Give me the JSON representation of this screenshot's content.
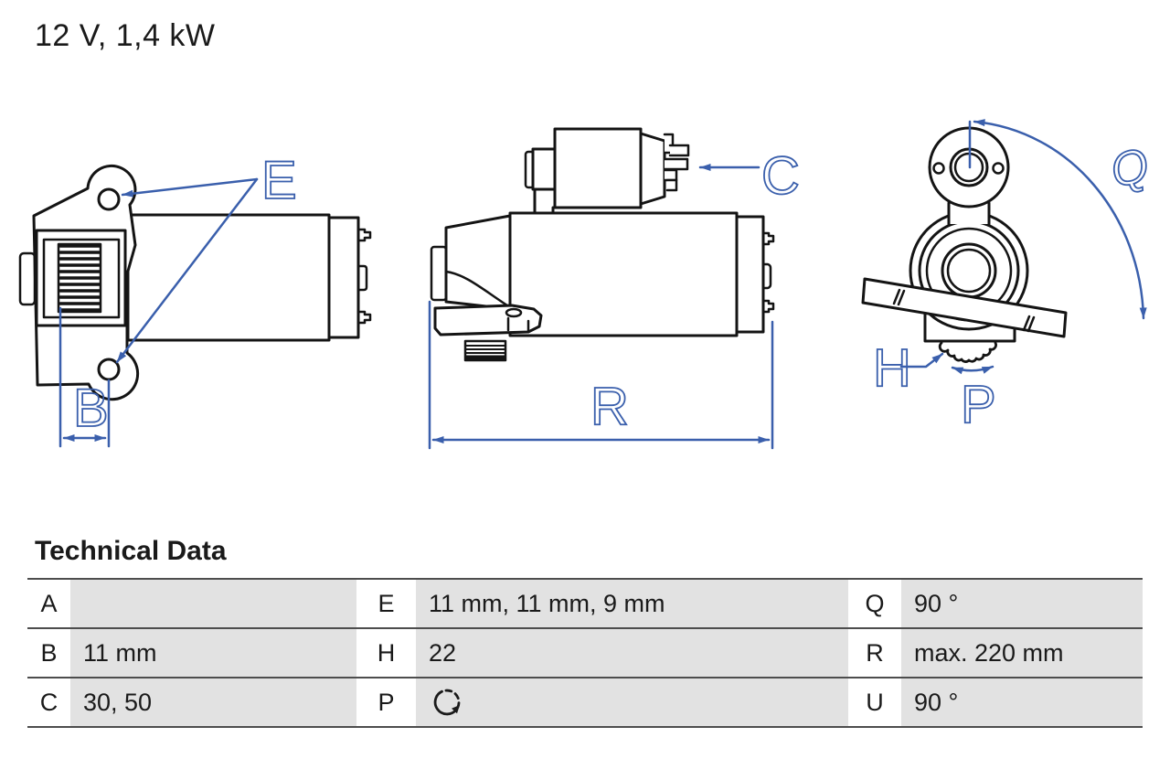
{
  "title": "12 V, 1,4 kW",
  "drawing": {
    "description": "starter-motor three-view technical drawing",
    "labels": {
      "e": "E",
      "b": "B",
      "c": "C",
      "r": "R",
      "q": "Q",
      "h": "H",
      "p": "P"
    }
  },
  "table": {
    "heading": "Technical Data",
    "rows": [
      {
        "cells": [
          {
            "k": "A",
            "v": ""
          },
          {
            "k": "E",
            "v": "11 mm, 11 mm, 9 mm"
          },
          {
            "k": "Q",
            "v": "90 °"
          }
        ]
      },
      {
        "cells": [
          {
            "k": "B",
            "v": "11 mm"
          },
          {
            "k": "H",
            "v": "22"
          },
          {
            "k": "R",
            "v": "max. 220 mm"
          }
        ]
      },
      {
        "cells": [
          {
            "k": "C",
            "v": "30, 50"
          },
          {
            "k": "P",
            "v": "",
            "icon": "rotation-cw"
          },
          {
            "k": "U",
            "v": "90 °"
          }
        ]
      }
    ]
  },
  "colors": {
    "accent_blue": "#3a5fac",
    "line_black": "#141414",
    "cell_gray": "#e2e2e2",
    "rule_gray": "#4d4d4d"
  }
}
